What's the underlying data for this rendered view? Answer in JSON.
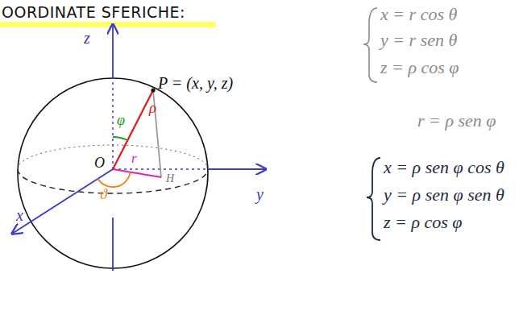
{
  "diagram": {
    "title": "OORDINATE SFERICHE:",
    "labels": [
      "z",
      "P = (x, y, z)",
      "ρ",
      "φ",
      "O",
      "r",
      "H",
      "y",
      "ϑ",
      "x",
      "x = r cos θ",
      "y = r sen θ",
      "z = ρ cos φ",
      "r = ρ sen φ",
      "x = ρ sen φ cos θ",
      "y = ρ sen φ sen θ",
      "z = ρ cos φ"
    ]
  }
}
